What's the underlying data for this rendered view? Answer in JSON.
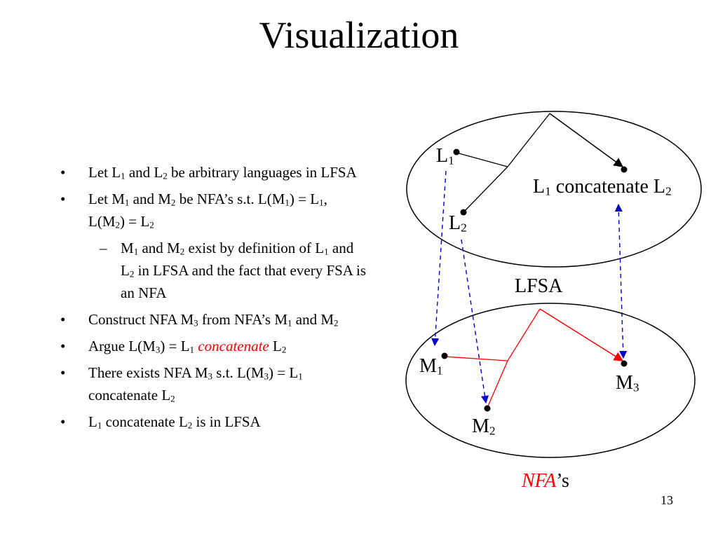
{
  "slide": {
    "title": "Visualization",
    "slide_number": "13"
  },
  "bullets": {
    "marker": "•",
    "sub_marker": "–",
    "b1": {
      "p1": "Let L",
      "s1": "1",
      "p2": " and L",
      "s2": "2",
      "p3": " be arbitrary languages in LFSA"
    },
    "b2": {
      "p1": "Let M",
      "s1": "1",
      "p2": " and M",
      "s2": "2",
      "p3": " be NFA’s s.t. L(M",
      "s3": "1",
      "p4": ") = L",
      "s4": "1",
      "p5": ", L(M",
      "s5": "2",
      "p6": ") = L",
      "s6": "2"
    },
    "b2a": {
      "p1": "M",
      "s1": "1",
      "p2": " and M",
      "s2": "2",
      "p3": " exist by definition of L",
      "s3": "1",
      "p4": " and L",
      "s4": "2",
      "p5": " in LFSA and the fact that every FSA is an NFA"
    },
    "b3": {
      "p1": "Construct NFA M",
      "s1": "3",
      "p2": " from NFA’s M",
      "s2": "1",
      "p3": " and M",
      "s3": "2"
    },
    "b4": {
      "p1": "Argue L(M",
      "s1": "3",
      "p2": ") = L",
      "s2": "1",
      "em": "concatenate",
      "p3": " L",
      "s3": "2"
    },
    "b5": {
      "p1": "There exists NFA M",
      "s1": "3",
      "p2": " s.t. L(M",
      "s2": "3",
      "p3": ") = L",
      "s3": "1",
      "p4": " concatenate L",
      "s4": "2"
    },
    "b6": {
      "p1": "L",
      "s1": "1",
      "p2": " concatenate L",
      "s2": "2",
      "p3": " is in LFSA"
    }
  },
  "diagram": {
    "top": {
      "l1": {
        "base": "L",
        "sub": "1"
      },
      "l2": {
        "base": "L",
        "sub": "2"
      },
      "concat": {
        "p1": "L",
        "s1": "1",
        "p2": " concatenate L",
        "s2": "2"
      },
      "caption": "LFSA"
    },
    "bottom": {
      "m1": {
        "base": "M",
        "sub": "1"
      },
      "m2": {
        "base": "M",
        "sub": "2"
      },
      "m3": {
        "base": "M",
        "sub": "3"
      },
      "caption_em": "NFA",
      "caption_rest": "’s"
    },
    "colors": {
      "construction_lines": "#ff0000",
      "mapping_arrows": "#0000cc",
      "ink": "#000000"
    }
  }
}
